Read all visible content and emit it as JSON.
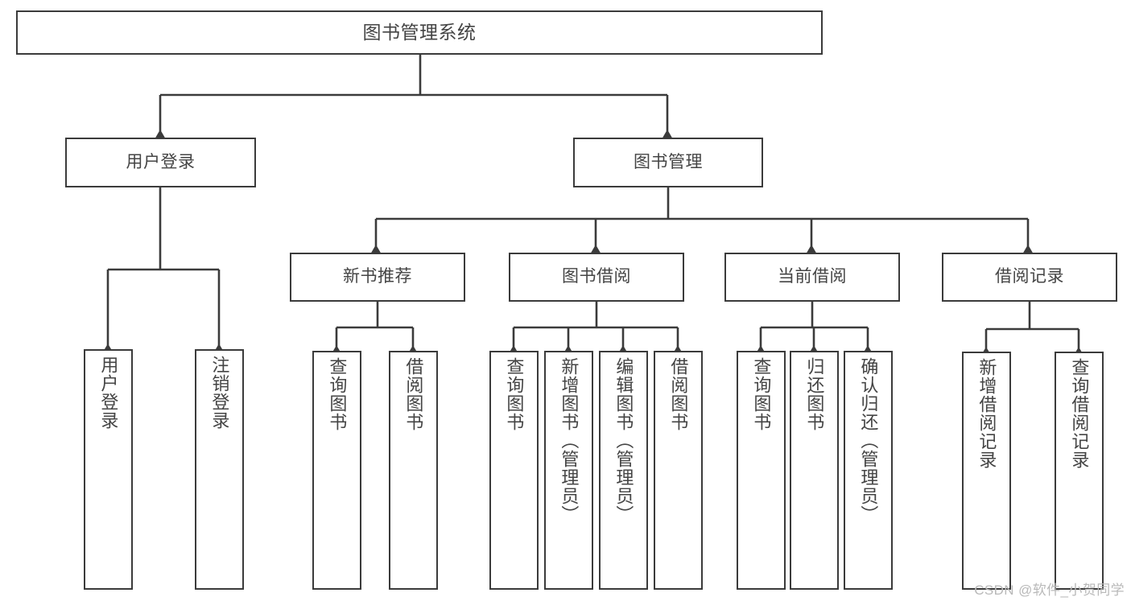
{
  "diagram": {
    "title": "图书管理系统",
    "watermark": "CSDN @软件_小贺同学",
    "colors": {
      "stroke": "#3b3b3b",
      "text": "#444444",
      "background": "#ffffff",
      "watermark": "#b9b9b9"
    },
    "levels": {
      "root": {
        "label": "图书管理系统"
      },
      "level2": [
        {
          "label": "用户登录"
        },
        {
          "label": "图书管理"
        }
      ],
      "level3": [
        {
          "label": "新书推荐"
        },
        {
          "label": "图书借阅"
        },
        {
          "label": "当前借阅"
        },
        {
          "label": "借阅记录"
        }
      ],
      "leaves": [
        {
          "label": "用户登录",
          "parent": "用户登录"
        },
        {
          "label": "注销登录",
          "parent": "用户登录"
        },
        {
          "label": "查询图书",
          "parent": "新书推荐"
        },
        {
          "label": "借阅图书",
          "parent": "新书推荐"
        },
        {
          "label": "查询图书",
          "parent": "图书借阅"
        },
        {
          "label": "新增图书（管理员）",
          "parent": "图书借阅"
        },
        {
          "label": "编辑图书（管理员）",
          "parent": "图书借阅"
        },
        {
          "label": "借阅图书",
          "parent": "图书借阅"
        },
        {
          "label": "查询图书",
          "parent": "当前借阅"
        },
        {
          "label": "归还图书",
          "parent": "当前借阅"
        },
        {
          "label": "确认归还（管理员）",
          "parent": "当前借阅"
        },
        {
          "label": "新增借阅记录",
          "parent": "借阅记录"
        },
        {
          "label": "查询借阅记录",
          "parent": "借阅记录"
        }
      ]
    }
  }
}
